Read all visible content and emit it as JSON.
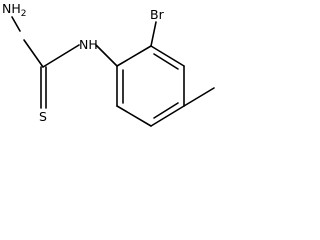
{
  "molecule": {
    "atoms": {
      "hydrazine_n": {
        "element": "N",
        "hydrogens": "H",
        "hydrogen_count": "2"
      },
      "amide_nh": "NH",
      "sulfur": "S",
      "bromine": "Br"
    },
    "substituents": {
      "methyl": "CH3"
    }
  }
}
